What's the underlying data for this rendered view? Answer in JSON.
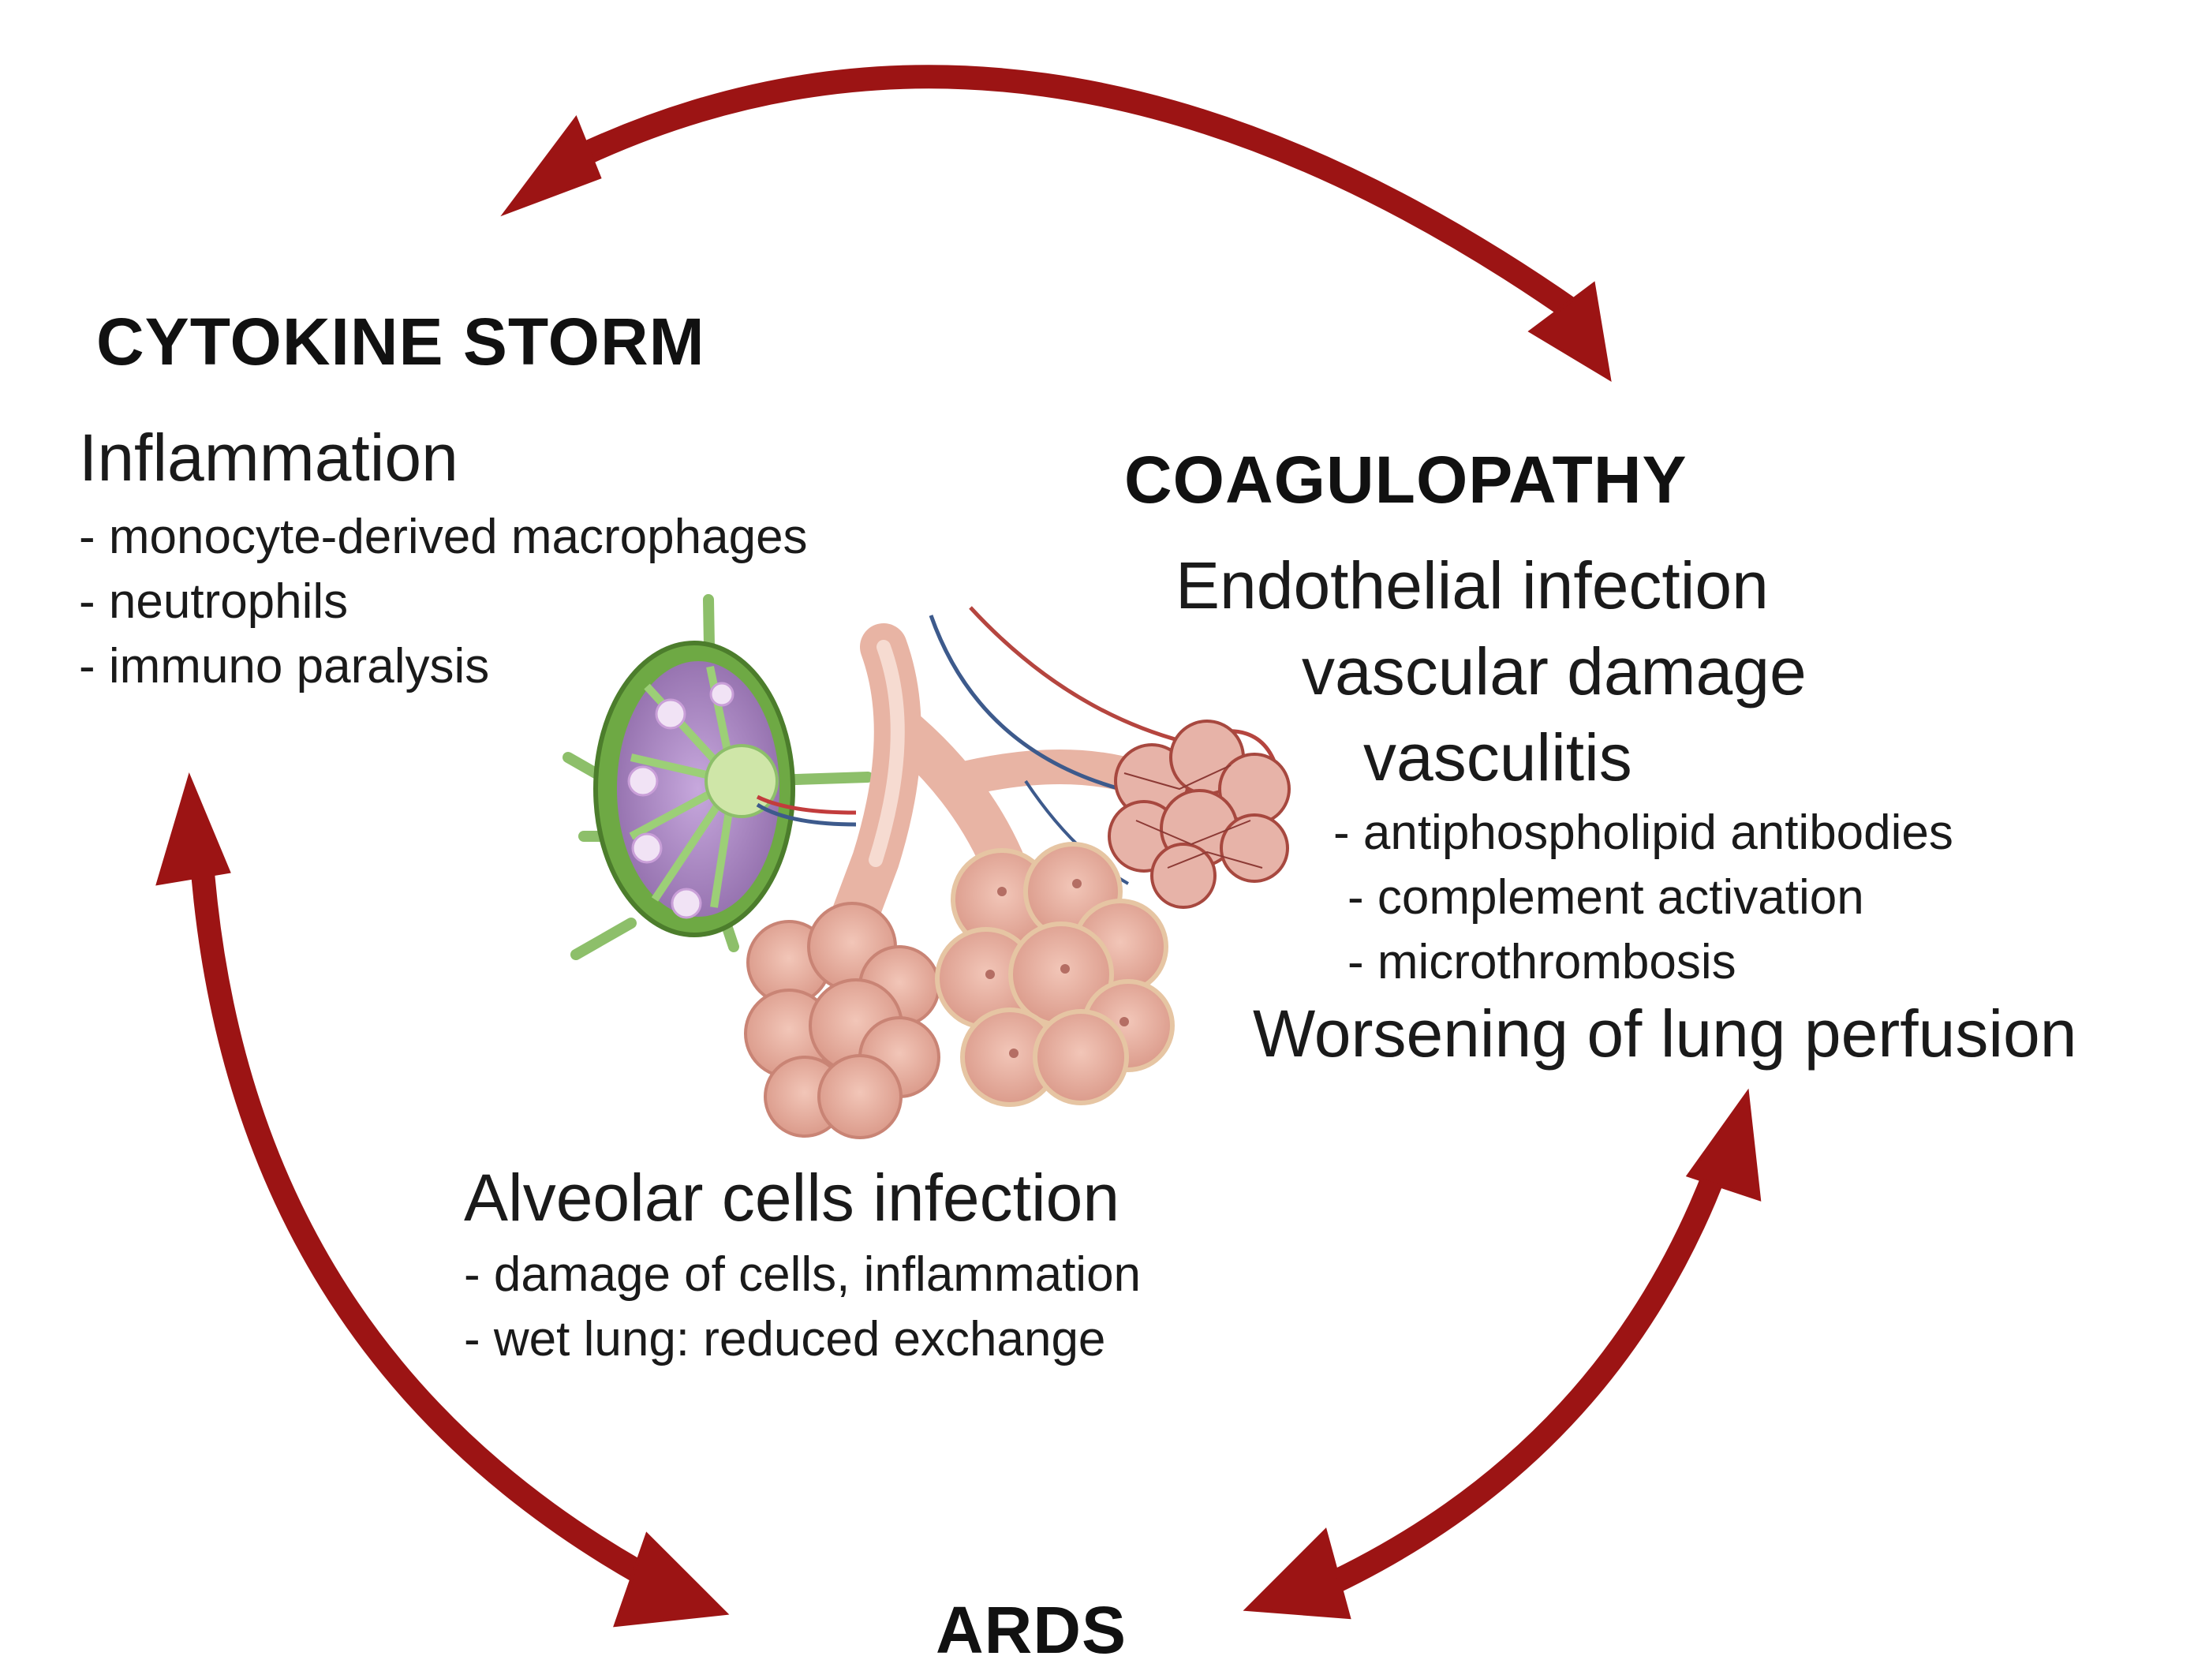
{
  "cytokine": {
    "heading": "CYTOKINE STORM",
    "subheading": "Inflammation",
    "items": [
      "- monocyte-derived macrophages",
      "- neutrophils",
      "- immuno paralysis"
    ]
  },
  "coagulopathy": {
    "heading": "COAGULOPATHY",
    "lines": [
      "Endothelial infection",
      "vascular damage",
      "vasculitis"
    ],
    "items": [
      "- antiphospholipid antibodies",
      "- complement activation",
      "- microthrombosis"
    ],
    "outcome": "Worsening of lung perfusion"
  },
  "alveolar": {
    "heading": "Alveolar cells infection",
    "items": [
      "- damage of cells, inflammation",
      "- wet lung: reduced exchange"
    ]
  },
  "ards": {
    "heading": "ARDS"
  },
  "colors": {
    "arrow": "#9c1414",
    "lymph_node_outer": "#5f9a3a",
    "lymph_node_inner": "#8e6aa8",
    "lung_tissue": "#e7b0a0",
    "vessel_red": "#b5453f",
    "vessel_blue": "#3d5a8c"
  }
}
